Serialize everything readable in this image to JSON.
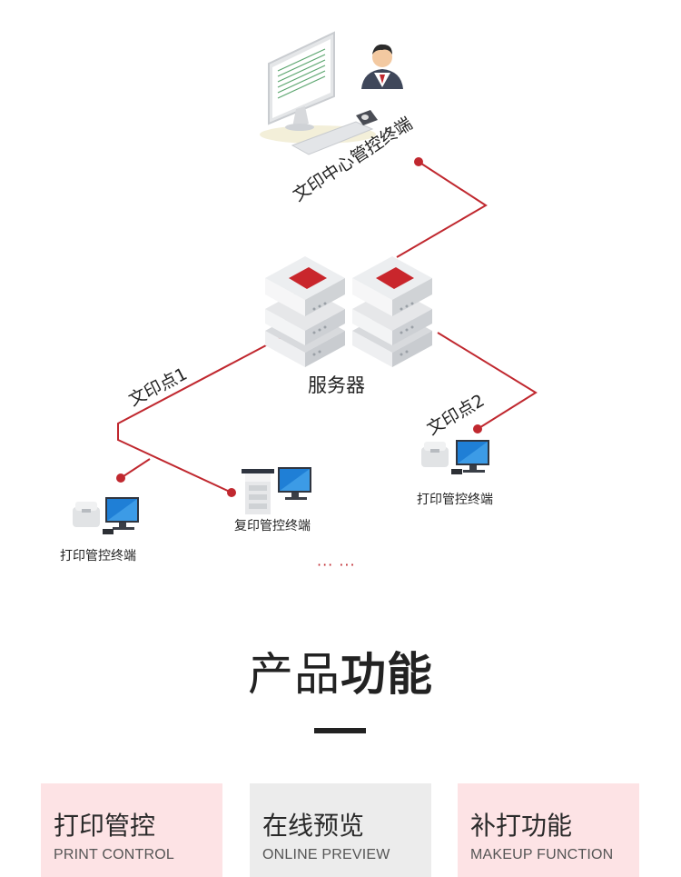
{
  "diagram": {
    "labels": {
      "center_terminal": "文印中心管控终端",
      "server": "服务器",
      "node1": "文印点1",
      "node2": "文印点2",
      "print_terminal_left": "打印管控终端",
      "copy_terminal": "复印管控终端",
      "print_terminal_right": "打印管控终端",
      "ellipsis": "··· ···"
    },
    "colors": {
      "line": "#c0282f",
      "dot": "#c0282f",
      "server_accent": "#c9262c"
    }
  },
  "section": {
    "title_light": "产品",
    "title_bold": "功能"
  },
  "features": [
    {
      "cn": "打印管控",
      "en": "PRINT CONTROL",
      "bg": "#fde3e5"
    },
    {
      "cn": "在线预览",
      "en": "ONLINE PREVIEW",
      "bg": "#ececec"
    },
    {
      "cn": "补打功能",
      "en": "MAKEUP FUNCTION",
      "bg": "#fde3e5"
    }
  ]
}
